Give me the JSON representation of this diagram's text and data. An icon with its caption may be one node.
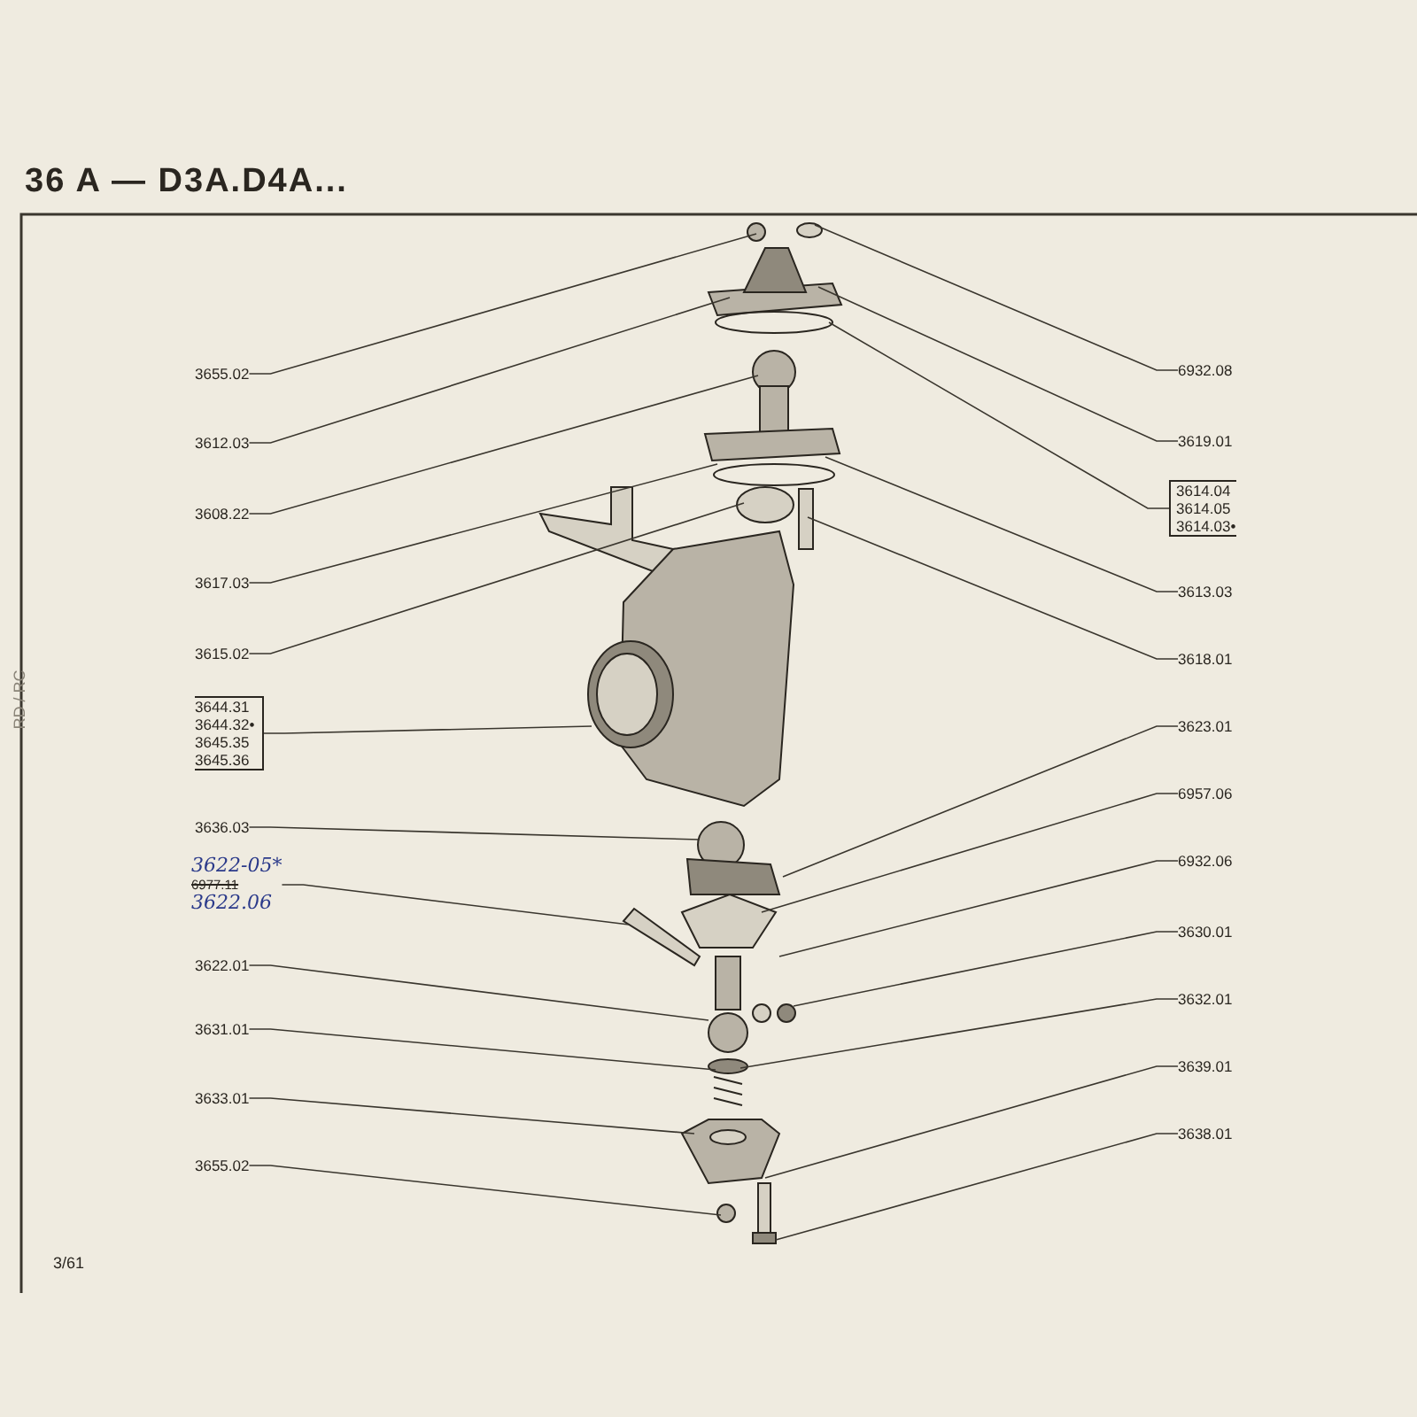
{
  "diagram": {
    "title": "36 A — D3A.D4A...",
    "nodes": [
      {
        "text": [
          "3655.02"
        ]
      },
      {
        "text": [
          "3612.03"
        ]
      },
      {
        "text": [
          "3608.22"
        ]
      },
      {
        "text": [
          "3617.03"
        ]
      },
      {
        "text": [
          "3615.02"
        ]
      },
      {
        "text": [
          "3644.31",
          "3644.32•",
          "3645.35",
          "3645.36"
        ]
      },
      {
        "text": [
          "3636.03"
        ]
      },
      {
        "text": [
          "3622-05*",
          "6977.11",
          "3622.06"
        ]
      },
      {
        "text": [
          "3622.01"
        ]
      },
      {
        "text": [
          "3631.01"
        ]
      },
      {
        "text": [
          "3633.01"
        ]
      },
      {
        "text": [
          "3655.02"
        ]
      },
      {
        "text": [
          "6932.08"
        ]
      },
      {
        "text": [
          "3619.01"
        ]
      },
      {
        "text": [
          "3614.04",
          "3614.05",
          "3614.03•"
        ]
      },
      {
        "text": [
          "3613.03"
        ]
      },
      {
        "text": [
          "3618.01"
        ]
      },
      {
        "text": [
          "3623.01"
        ]
      },
      {
        "text": [
          "6957.06"
        ]
      },
      {
        "text": [
          "6932.06"
        ]
      },
      {
        "text": [
          "3630.01"
        ]
      },
      {
        "text": [
          "3632.01"
        ]
      },
      {
        "text": [
          "3639.01"
        ]
      },
      {
        "text": [
          "3638.01"
        ]
      }
    ],
    "edges": [
      {
        "from": 0,
        "to": null,
        "arrow": "none"
      },
      {
        "from": 1,
        "to": null,
        "arrow": "none"
      },
      {
        "from": 2,
        "to": null,
        "arrow": "none"
      },
      {
        "from": 3,
        "to": null,
        "arrow": "none"
      },
      {
        "from": 4,
        "to": null,
        "arrow": "none"
      },
      {
        "from": 5,
        "to": null,
        "arrow": "none"
      },
      {
        "from": 6,
        "to": null,
        "arrow": "none"
      },
      {
        "from": 7,
        "to": null,
        "arrow": "none"
      },
      {
        "from": 8,
        "to": null,
        "arrow": "none"
      },
      {
        "from": 9,
        "to": null,
        "arrow": "none"
      },
      {
        "from": 10,
        "to": null,
        "arrow": "none"
      },
      {
        "from": 11,
        "to": null,
        "arrow": "none"
      },
      {
        "from": 12,
        "to": null,
        "arrow": "none"
      },
      {
        "from": 13,
        "to": null,
        "arrow": "none"
      },
      {
        "from": 14,
        "to": null,
        "arrow": "none"
      },
      {
        "from": 15,
        "to": null,
        "arrow": "none"
      },
      {
        "from": 16,
        "to": null,
        "arrow": "none"
      },
      {
        "from": 17,
        "to": null,
        "arrow": "none"
      },
      {
        "from": 18,
        "to": null,
        "arrow": "none"
      },
      {
        "from": 19,
        "to": null,
        "arrow": "none"
      },
      {
        "from": 20,
        "to": null,
        "arrow": "none"
      },
      {
        "from": 21,
        "to": null,
        "arrow": "none"
      },
      {
        "from": 22,
        "to": null,
        "arrow": "none"
      },
      {
        "from": 23,
        "to": null,
        "arrow": "none"
      }
    ],
    "labels": [
      "3/61",
      "RD / RC"
    ]
  }
}
